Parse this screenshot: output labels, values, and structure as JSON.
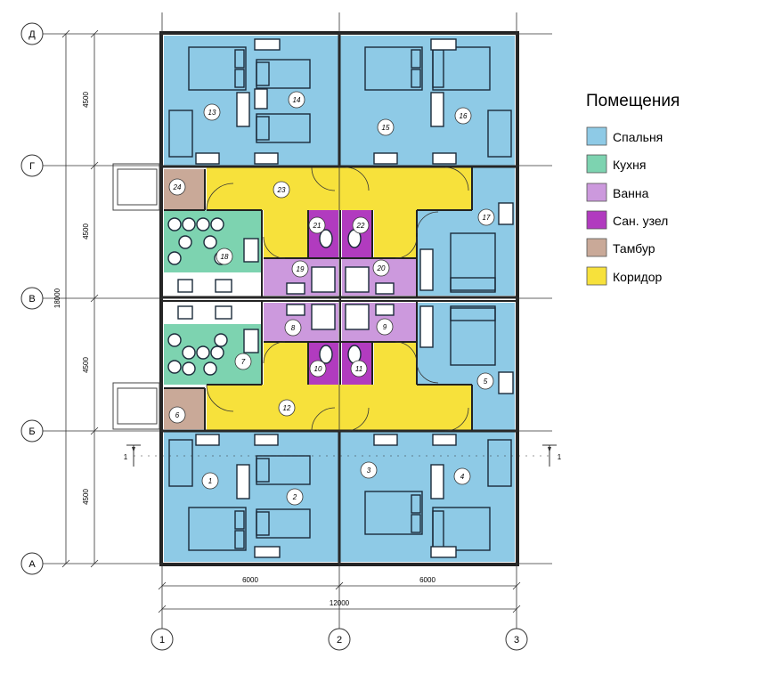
{
  "legend": {
    "title": "Помещения",
    "items": [
      {
        "label": "Спальня",
        "color": "#8ecae6"
      },
      {
        "label": "Кухня",
        "color": "#7dd3b0"
      },
      {
        "label": "Ванна",
        "color": "#cc99dd"
      },
      {
        "label": "Сан. узел",
        "color": "#b13bbf"
      },
      {
        "label": "Тамбур",
        "color": "#c9a998"
      },
      {
        "label": "Коридор",
        "color": "#f7e13b"
      }
    ]
  },
  "axes": {
    "rows": [
      "Д",
      "Г",
      "В",
      "Б",
      "А"
    ],
    "cols": [
      "1",
      "2",
      "3"
    ]
  },
  "dimensions": {
    "row_spans": [
      "4500",
      "4500",
      "4500",
      "4500"
    ],
    "total_height": "18000",
    "col_spans": [
      "6000",
      "6000"
    ],
    "total_width": "12000"
  },
  "section_marker": "1",
  "rooms": [
    "1",
    "2",
    "3",
    "4",
    "5",
    "6",
    "7",
    "8",
    "9",
    "10",
    "11",
    "12",
    "13",
    "14",
    "15",
    "16",
    "17",
    "18",
    "19",
    "20",
    "21",
    "22",
    "23",
    "24"
  ]
}
